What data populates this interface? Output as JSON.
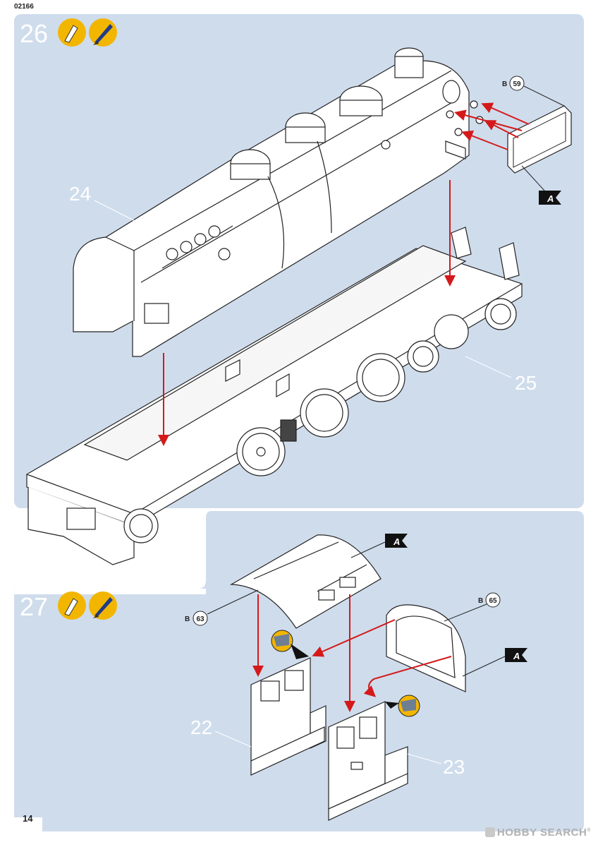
{
  "header": {
    "kit_code": "02166"
  },
  "page_number": "14",
  "watermark": {
    "brand": "HOBBY SEARCH",
    "registered": "®"
  },
  "colors": {
    "panel": "#cfdcec",
    "arrow": "#d4191b",
    "icon_yellow": "#f2b600",
    "marker": "#111111"
  },
  "steps": [
    {
      "number": "26",
      "icons": [
        "glue-tube-icon",
        "paint-brush-icon"
      ],
      "parts": [
        "24",
        "25"
      ],
      "callouts": [
        {
          "prefix": "B",
          "value": "59"
        }
      ],
      "markers": [
        "A"
      ]
    },
    {
      "number": "27",
      "icons": [
        "glue-tube-icon",
        "paint-brush-icon",
        "cement-applicator-icon"
      ],
      "parts": [
        "22",
        "23"
      ],
      "callouts": [
        {
          "prefix": "B",
          "value": "63"
        },
        {
          "prefix": "B",
          "value": "65"
        }
      ],
      "markers": [
        "A",
        "A"
      ]
    }
  ]
}
